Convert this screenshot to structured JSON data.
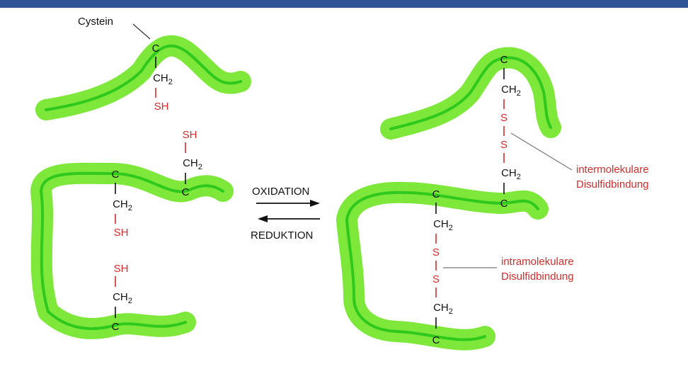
{
  "colors": {
    "header_bar": "#2f5597",
    "chain_outer": "#7ee83a",
    "chain_inner": "#2fc81d",
    "chain_edge": "#66d41f",
    "black": "#111111",
    "red": "#d62b2b",
    "leader_line": "#777777"
  },
  "labels": {
    "cystein": "Cystein",
    "oxidation": "OXIDATION",
    "reduktion": "REDUKTION",
    "inter_line1": "intermolekulare",
    "inter_line2": "Disulfidbindung",
    "intra_line1": "intramolekulare",
    "intra_line2": "Disulfidbindung"
  },
  "atoms": {
    "carbon": "C",
    "ch2_main": "CH",
    "ch2_sub": "2",
    "thiol": "SH",
    "sulfur": "S"
  }
}
